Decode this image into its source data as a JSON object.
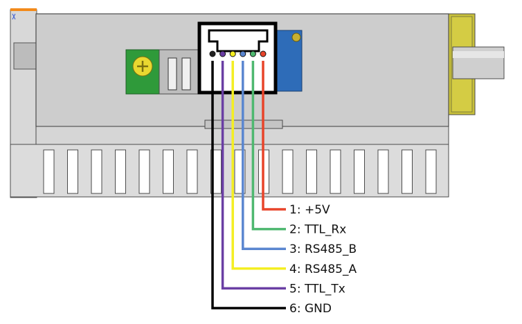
{
  "pins": [
    {
      "number": "1",
      "name": "+5V",
      "color": "#e8442a"
    },
    {
      "number": "2",
      "name": "TTL_Rx",
      "color": "#4fb870"
    },
    {
      "number": "3",
      "name": "RS485_B",
      "color": "#5a86d0"
    },
    {
      "number": "4",
      "name": "RS485_A",
      "color": "#f4ee22"
    },
    {
      "number": "5",
      "name": "TTL_Tx",
      "color": "#6a3ea4"
    },
    {
      "number": "6",
      "name": "GND",
      "color": "#000000"
    }
  ],
  "colors": {
    "body": "#cdcdcd",
    "heatsink": "#d8d8d8",
    "outline": "#4a4a4a",
    "terminal_block": "#2f9a3a",
    "screw": "#e9d830",
    "connector_blue": "#2e6cb8",
    "shaft_mount": "#c8c03a",
    "orange_mark": "#f28a1a"
  },
  "icons": {
    "terminal_screw": "screw-head-icon",
    "corner_mark": "corner-marker-icon"
  }
}
